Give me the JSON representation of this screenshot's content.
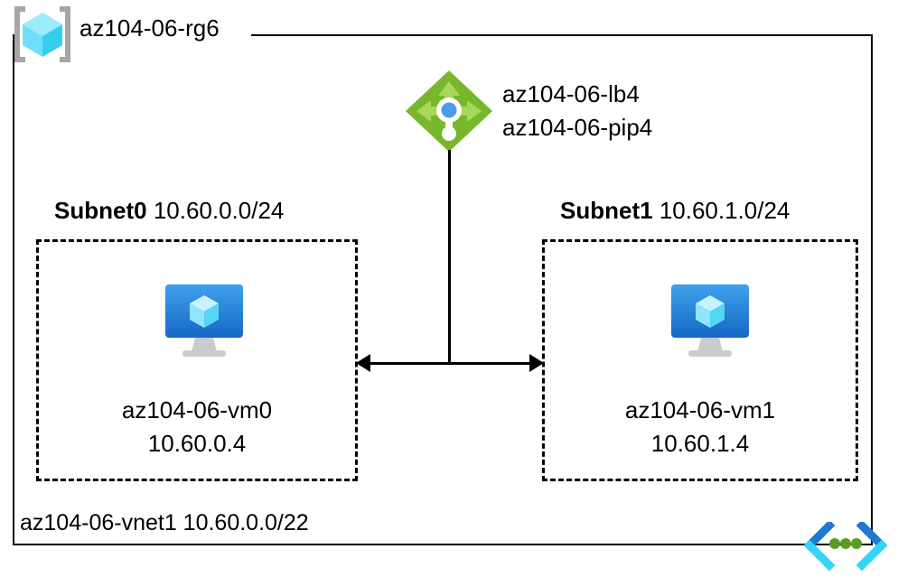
{
  "diagram": {
    "resource_group": {
      "name": "az104-06-rg6",
      "icon": "resource-group-cube-icon"
    },
    "load_balancer": {
      "icon": "load-balancer-icon",
      "labels": [
        "az104-06-lb4",
        "az104-06-pip4"
      ]
    },
    "subnets": [
      {
        "side": "left",
        "name": "Subnet0",
        "cidr": "10.60.0.0/24",
        "vm": {
          "icon": "virtual-machine-icon",
          "name": "az104-06-vm0",
          "ip": "10.60.0.4"
        }
      },
      {
        "side": "right",
        "name": "Subnet1",
        "cidr": "10.60.1.0/24",
        "vm": {
          "icon": "virtual-machine-icon",
          "name": "az104-06-vm1",
          "ip": "10.60.1.4"
        }
      }
    ],
    "vnet": {
      "name": "az104-06-vnet1",
      "cidr": "10.60.0.0/22",
      "label": "az104-06-vnet1 10.60.0.0/22",
      "icon": "virtual-network-icon"
    },
    "colors": {
      "outline": "#000000",
      "lb_green_dark": "#6BA52B",
      "lb_green_light": "#8CC63F",
      "lb_blue_dot": "#3E91E5",
      "vm_blue_top": "#3A9BE8",
      "vm_blue_bottom": "#1866C0",
      "cube_cyan": "#50E6FF",
      "cube_cyan_light": "#9CEBFF",
      "bracket_gray": "#A0A0A0",
      "vnet_blue": "#1E7AD3",
      "vnet_cyan": "#32D5F5",
      "vnet_green_dot": "#5A9C20"
    }
  }
}
